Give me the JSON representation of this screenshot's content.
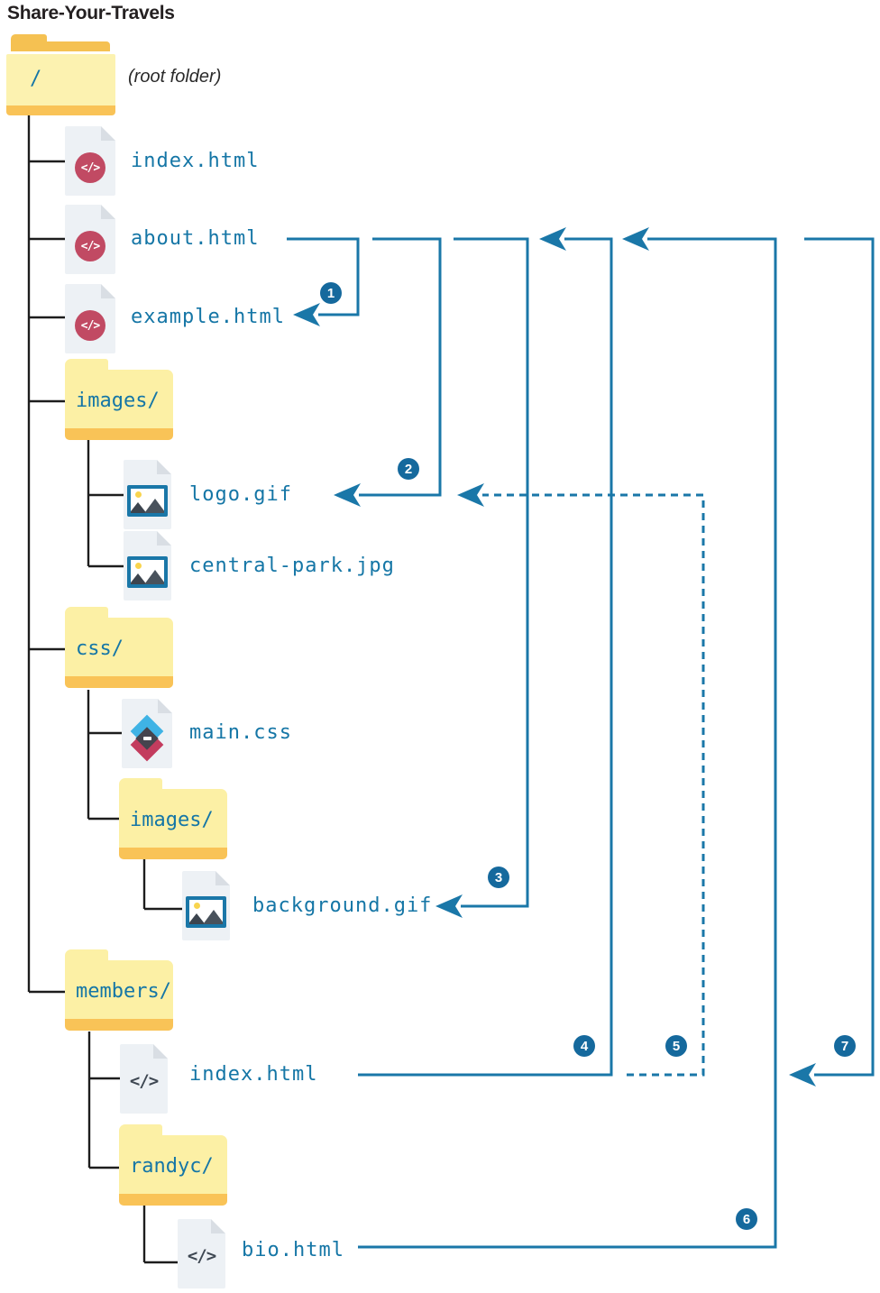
{
  "title": "Share-Your-Travels",
  "root_folder": {
    "label": "/",
    "note": "(root folder)"
  },
  "colors": {
    "accent_blue": "#1a77a8",
    "filename_blue": "#1576a6",
    "tree_line": "#1d1d1d",
    "folder_yellow": "#fcf0a5",
    "folder_bar_yellow": "#f9c357",
    "root_tab_orange": "#f5c152",
    "page_gray": "#edf1f5",
    "page_fold_gray": "#d9dee4",
    "html_badge_red": "#c14a63",
    "badge_blue": "#15699d",
    "title_dark": "#242021"
  },
  "nodes": [
    {
      "id": "root-index",
      "kind": "html-badge",
      "label": "index.html",
      "parent": "/"
    },
    {
      "id": "about",
      "kind": "html-badge",
      "label": "about.html",
      "parent": "/"
    },
    {
      "id": "example",
      "kind": "html-badge",
      "label": "example.html",
      "parent": "/"
    },
    {
      "id": "images",
      "kind": "folder",
      "label": "images/",
      "parent": "/"
    },
    {
      "id": "logo",
      "kind": "image",
      "label": "logo.gif",
      "parent": "images/"
    },
    {
      "id": "central-park",
      "kind": "image",
      "label": "central-park.jpg",
      "parent": "images/"
    },
    {
      "id": "css",
      "kind": "folder",
      "label": "css/",
      "parent": "/"
    },
    {
      "id": "main-css",
      "kind": "css",
      "label": "main.css",
      "parent": "css/"
    },
    {
      "id": "css-images",
      "kind": "folder",
      "label": "images/",
      "parent": "css/"
    },
    {
      "id": "background",
      "kind": "image",
      "label": "background.gif",
      "parent": "css/images/"
    },
    {
      "id": "members",
      "kind": "folder",
      "label": "members/",
      "parent": "/"
    },
    {
      "id": "members-index",
      "kind": "html-plain",
      "label": "index.html",
      "parent": "members/"
    },
    {
      "id": "randyc",
      "kind": "folder",
      "label": "randyc/",
      "parent": "members/"
    },
    {
      "id": "bio",
      "kind": "html-plain",
      "label": "bio.html",
      "parent": "members/randyc/"
    }
  ],
  "references": [
    {
      "number": "1",
      "from": "about.html",
      "to": "example.html",
      "style": "solid"
    },
    {
      "number": "2",
      "from": "about.html",
      "to": "images/logo.gif",
      "style": "solid"
    },
    {
      "number": "3",
      "from": "about.html",
      "to": "css/images/background.gif",
      "style": "solid"
    },
    {
      "number": "4",
      "from": "members/index.html",
      "to": "about.html",
      "style": "solid"
    },
    {
      "number": "5",
      "from": "members/index.html",
      "to": "images/logo.gif",
      "style": "dashed"
    },
    {
      "number": "6",
      "from": "members/randyc/bio.html",
      "to": "about.html",
      "style": "solid"
    },
    {
      "number": "7",
      "from": "about.html",
      "to": "members/index.html",
      "style": "solid"
    }
  ]
}
